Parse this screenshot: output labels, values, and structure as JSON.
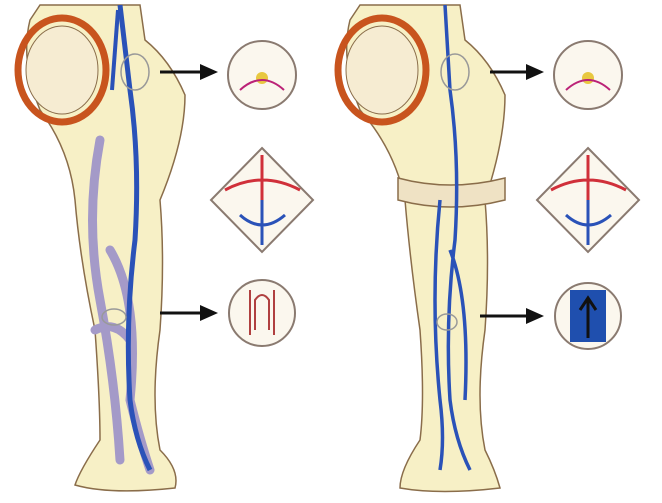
{
  "colors": {
    "background": "#ffffff",
    "skin": "#f7f0c6",
    "outline": "#8a6d4a",
    "uterus": "#c8541e",
    "vein": "#2a52b8",
    "artery": "#d0303a",
    "varicose": "#a49ac8",
    "stocking": "#efe2c4",
    "valve_fill": "#1f4fae"
  },
  "panels": [
    {
      "name": "without-compression",
      "valve_state": "incompetent"
    },
    {
      "name": "with-compression-stocking",
      "valve_state": "competent"
    }
  ]
}
